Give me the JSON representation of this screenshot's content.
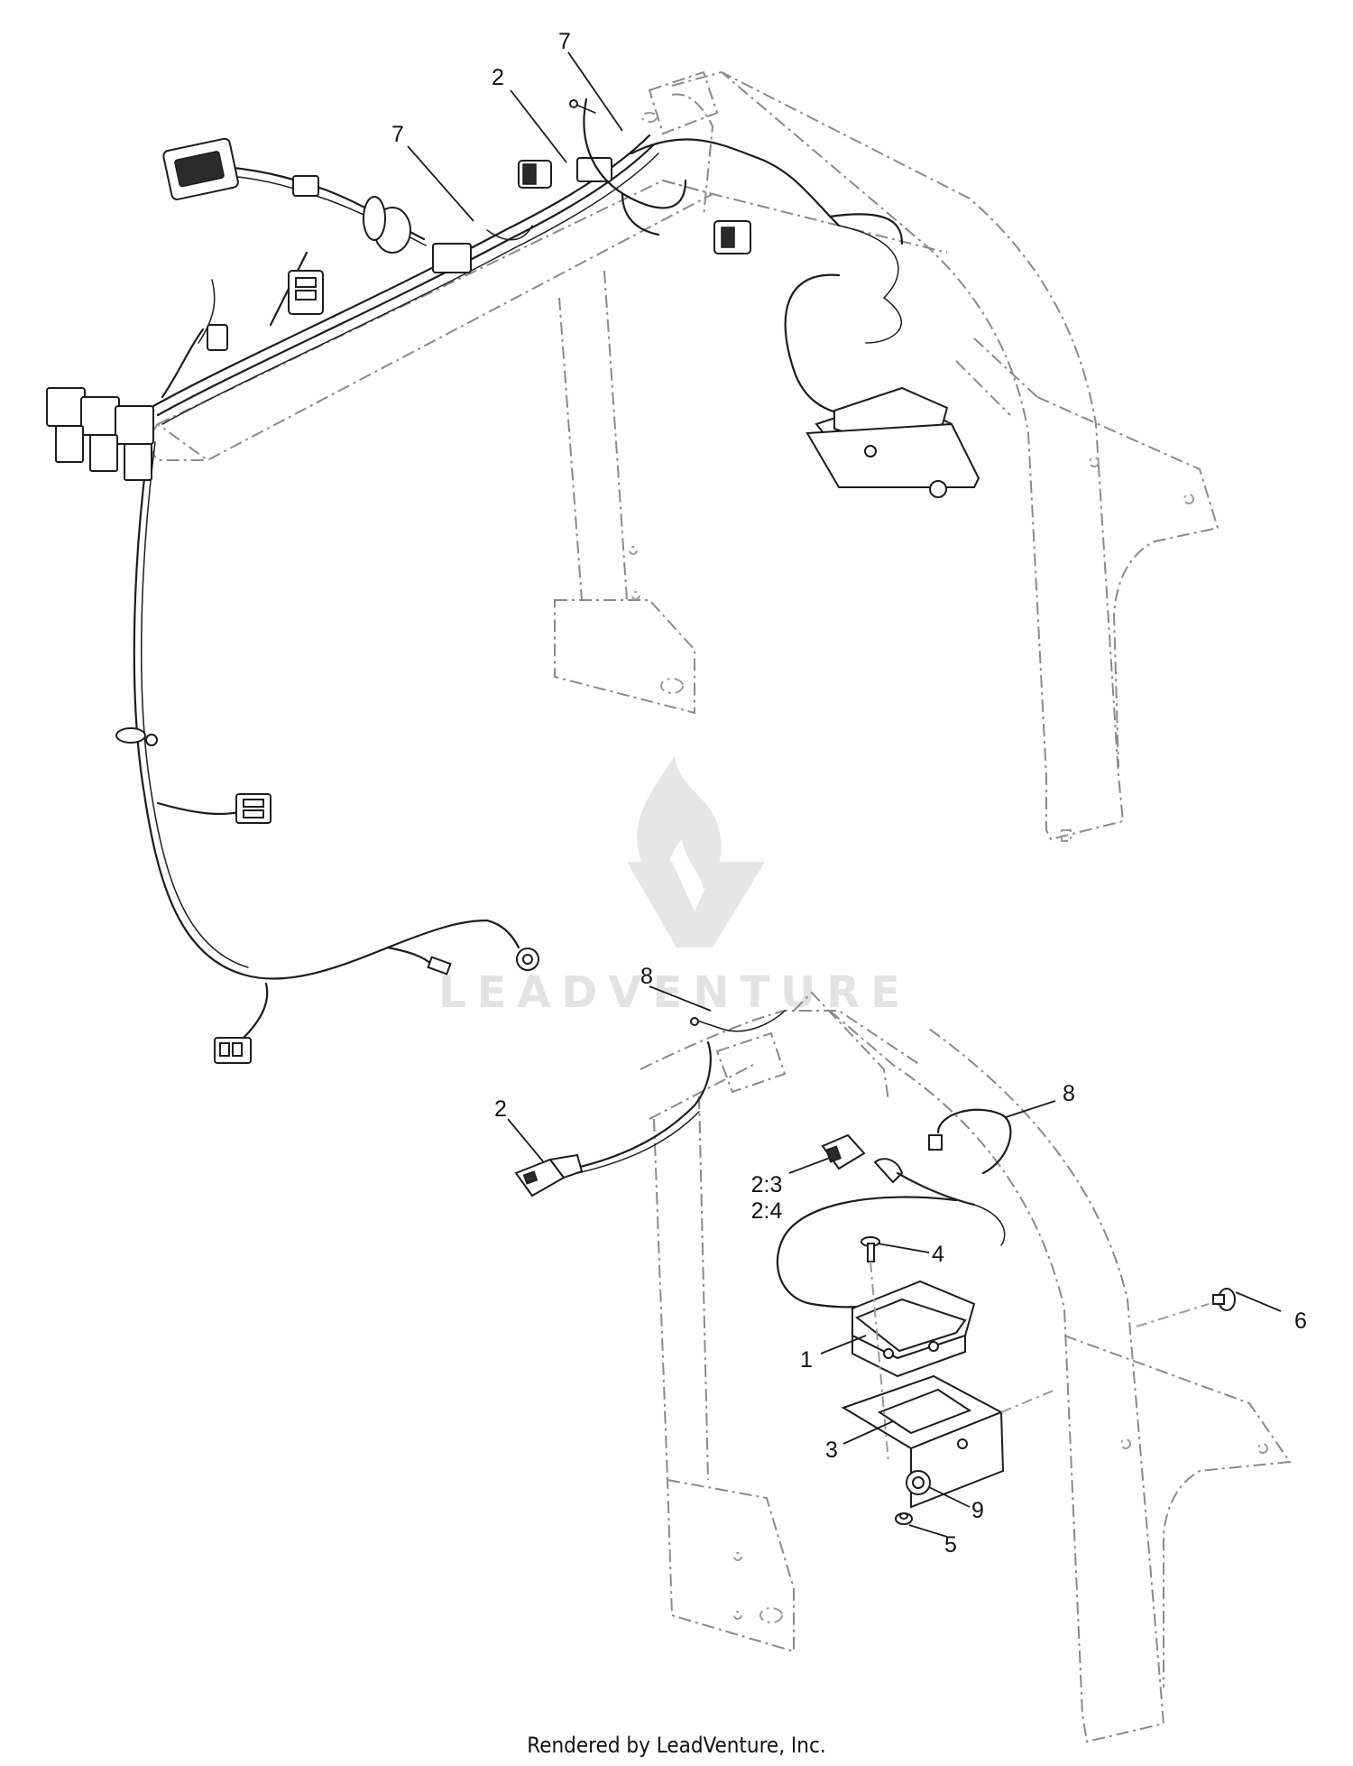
{
  "watermark": {
    "text": "LEADVENTURE"
  },
  "footer": {
    "text": "Rendered by LeadVenture, Inc."
  },
  "callouts": {
    "top_2": "2",
    "top_7a": "7",
    "top_7b": "7",
    "bot_8a": "8",
    "bot_8b": "8",
    "bot_2": "2",
    "bot_2_3": "2:3",
    "bot_2_4": "2:4",
    "bot_4": "4",
    "bot_6": "6",
    "bot_1": "1",
    "bot_3": "3",
    "bot_9": "9",
    "bot_5": "5"
  },
  "colors": {
    "line": "#1c1c1c",
    "phantom": "#8a8a8a",
    "watermark": "#e3e3e3"
  }
}
